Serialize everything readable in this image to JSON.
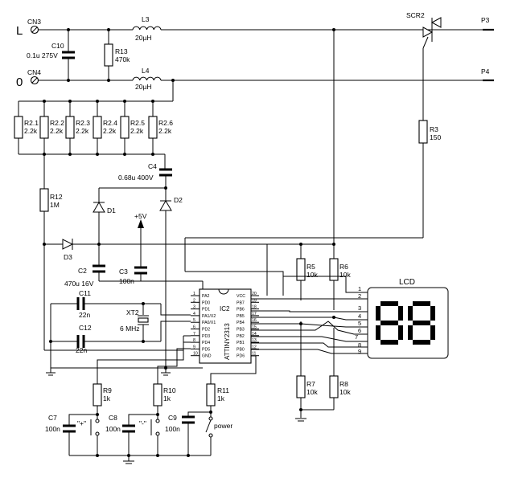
{
  "terminals": {
    "line_in": "L",
    "neutral_in": "0",
    "cn3": "CN3",
    "cn4": "CN4",
    "p3": "P3",
    "p4": "P4"
  },
  "components": {
    "c10": {
      "ref": "C10",
      "value": "0.1u 275V"
    },
    "r13": {
      "ref": "R13",
      "value": "470k"
    },
    "l3": {
      "ref": "L3",
      "value": "20µH"
    },
    "l4": {
      "ref": "L4",
      "value": "20µH"
    },
    "scr2": {
      "ref": "SCR2"
    },
    "r3": {
      "ref": "R3",
      "value": "150"
    },
    "r2_1": {
      "ref": "R2.1",
      "value": "2.2k"
    },
    "r2_2": {
      "ref": "R2.2",
      "value": "2.2k"
    },
    "r2_3": {
      "ref": "R2.3",
      "value": "2.2k"
    },
    "r2_4": {
      "ref": "R2.4",
      "value": "2.2k"
    },
    "r2_5": {
      "ref": "R2.5",
      "value": "2.2k"
    },
    "r2_6": {
      "ref": "R2.6",
      "value": "2.2k"
    },
    "c4": {
      "ref": "C4",
      "value": "0.68u 400V"
    },
    "r12": {
      "ref": "R12",
      "value": "1M"
    },
    "d1": {
      "ref": "D1"
    },
    "d2": {
      "ref": "D2"
    },
    "d3": {
      "ref": "D3"
    },
    "supply": {
      "label": "+5V"
    },
    "c2": {
      "ref": "C2",
      "value": "470u 16V"
    },
    "c3": {
      "ref": "C3",
      "value": "100n"
    },
    "c11": {
      "ref": "C11",
      "value": "22n"
    },
    "c12": {
      "ref": "C12",
      "value": "22n"
    },
    "xt2": {
      "ref": "XT2",
      "value": "6 MHz"
    },
    "r5": {
      "ref": "R5",
      "value": "10k"
    },
    "r6": {
      "ref": "R6",
      "value": "10k"
    },
    "r7": {
      "ref": "R7",
      "value": "10k"
    },
    "r8": {
      "ref": "R8",
      "value": "10k"
    },
    "r9": {
      "ref": "R9",
      "value": "1k"
    },
    "r10": {
      "ref": "R10",
      "value": "1k"
    },
    "r11": {
      "ref": "R11",
      "value": "1k"
    },
    "c7": {
      "ref": "C7",
      "value": "100n"
    },
    "c8": {
      "ref": "C8",
      "value": "100n"
    },
    "c9": {
      "ref": "C9",
      "value": "100n"
    },
    "btn_plus": {
      "label": "\"+\""
    },
    "btn_minus": {
      "label": "\"-\""
    },
    "btn_power": {
      "label": "power"
    }
  },
  "ic": {
    "ref": "IC2",
    "part": "ATTINY2313",
    "left_pins": [
      {
        "num": "1",
        "name": "PA2"
      },
      {
        "num": "2",
        "name": "PD0"
      },
      {
        "num": "3",
        "name": "PD1"
      },
      {
        "num": "4",
        "name": "PA1/X2"
      },
      {
        "num": "5",
        "name": "PA0/X1"
      },
      {
        "num": "6",
        "name": "PD2"
      },
      {
        "num": "7",
        "name": "PD3"
      },
      {
        "num": "8",
        "name": "PD4"
      },
      {
        "num": "9",
        "name": "PD5"
      },
      {
        "num": "10",
        "name": "GND"
      }
    ],
    "right_pins": [
      {
        "num": "20",
        "name": "VCC"
      },
      {
        "num": "19",
        "name": "PB7"
      },
      {
        "num": "18",
        "name": "PB6"
      },
      {
        "num": "17",
        "name": "PB5"
      },
      {
        "num": "16",
        "name": "PB4"
      },
      {
        "num": "15",
        "name": "PB3"
      },
      {
        "num": "14",
        "name": "PB2"
      },
      {
        "num": "13",
        "name": "PB1"
      },
      {
        "num": "12",
        "name": "PB0"
      },
      {
        "num": "11",
        "name": "PD6"
      }
    ]
  },
  "lcd": {
    "title": "LCD",
    "digits": "88",
    "pins": [
      "1",
      "2",
      "3",
      "4",
      "5",
      "6",
      "7",
      "8",
      "9"
    ]
  }
}
